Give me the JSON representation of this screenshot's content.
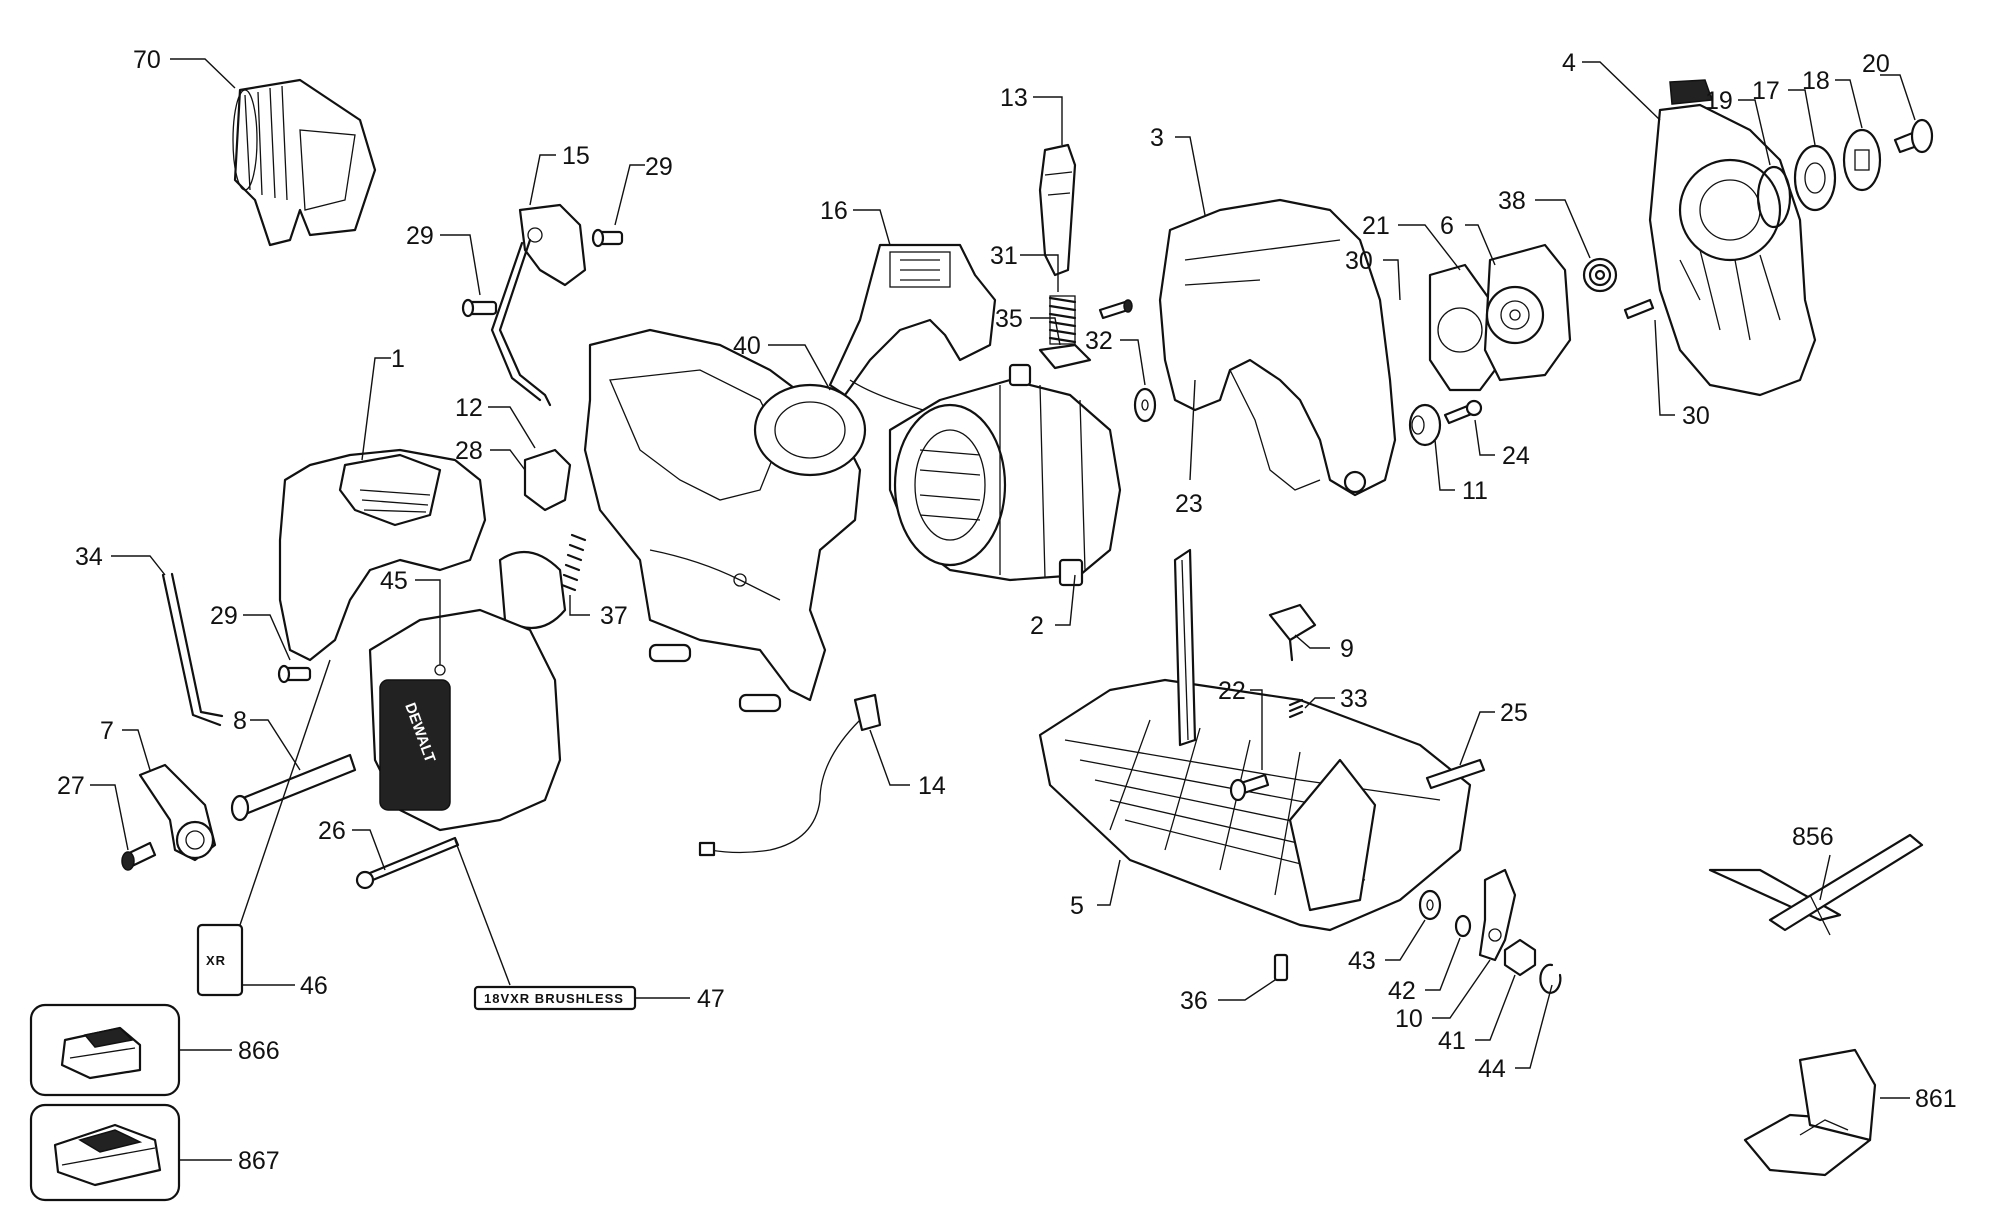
{
  "callouts": {
    "p1": "1",
    "p2": "2",
    "p3": "3",
    "p4": "4",
    "p5": "5",
    "p6": "6",
    "p7": "7",
    "p8": "8",
    "p9": "9",
    "p10": "10",
    "p11": "11",
    "p12": "12",
    "p13": "13",
    "p14": "14",
    "p15": "15",
    "p16": "16",
    "p17": "17",
    "p18": "18",
    "p19": "19",
    "p20": "20",
    "p21": "21",
    "p22": "22",
    "p23": "23",
    "p24": "24",
    "p25": "25",
    "p26": "26",
    "p27": "27",
    "p28": "28",
    "p29a": "29",
    "p29b": "29",
    "p29c": "29",
    "p30a": "30",
    "p30b": "30",
    "p31": "31",
    "p32": "32",
    "p33": "33",
    "p34": "34",
    "p35": "35",
    "p36": "36",
    "p37": "37",
    "p38": "38",
    "p40": "40",
    "p41": "41",
    "p42": "42",
    "p43": "43",
    "p44": "44",
    "p45": "45",
    "p46": "46",
    "p47": "47",
    "p70": "70",
    "p856": "856",
    "p861": "861",
    "p866": "866",
    "p867": "867"
  },
  "labels": {
    "sticker_47": "18VXR BRUSHLESS",
    "sticker_46": "XR",
    "brand_panel": "DEWALT"
  }
}
